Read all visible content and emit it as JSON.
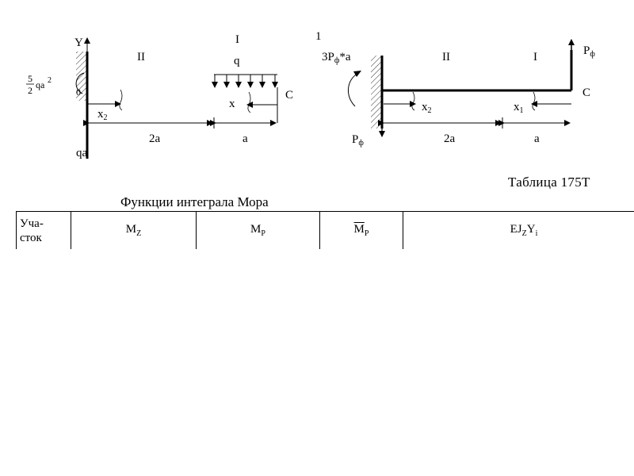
{
  "page": {
    "number": "1"
  },
  "left_scheme": {
    "axis_label": "Y",
    "section_1": "I",
    "section_2": "II",
    "load_label": "q",
    "moment_frac_num": "5",
    "moment_frac_den": "2",
    "moment_rest": "qa",
    "moment_exp": "2",
    "origin_label": "0",
    "x2_label": "x",
    "x2_sub": "2",
    "x_label": "x",
    "point_c": "C",
    "span_long": "2a",
    "span_short": "a",
    "reaction": "qa"
  },
  "right_scheme": {
    "moment_coef": "3P",
    "moment_sub": "ф",
    "moment_tail": "*a",
    "section_1": "I",
    "section_2": "II",
    "force_label": "P",
    "force_sub": "ф",
    "reaction_label": "P",
    "reaction_sub": "ф",
    "point_c": "C",
    "x1_label": "x",
    "x1_sub": "1",
    "x2_label": "x",
    "x2_sub": "2",
    "span_long": "2a",
    "span_short": "a"
  },
  "table_caption": "Таблица  175Т",
  "table_title": "Функции интеграла Мора",
  "table": {
    "col_area_line1": "Уча-",
    "col_area_line2": "сток",
    "col_mz": "M",
    "col_mz_sub": "Z",
    "col_mp": "M",
    "col_mp_sub": "P",
    "col_mp_bar": "M",
    "col_mp_bar_sub": "P",
    "col_ejy": "EJ",
    "col_ejy_sub_z": "Z",
    "col_ejy_y": "Y",
    "col_ejy_sub_i": "i"
  }
}
